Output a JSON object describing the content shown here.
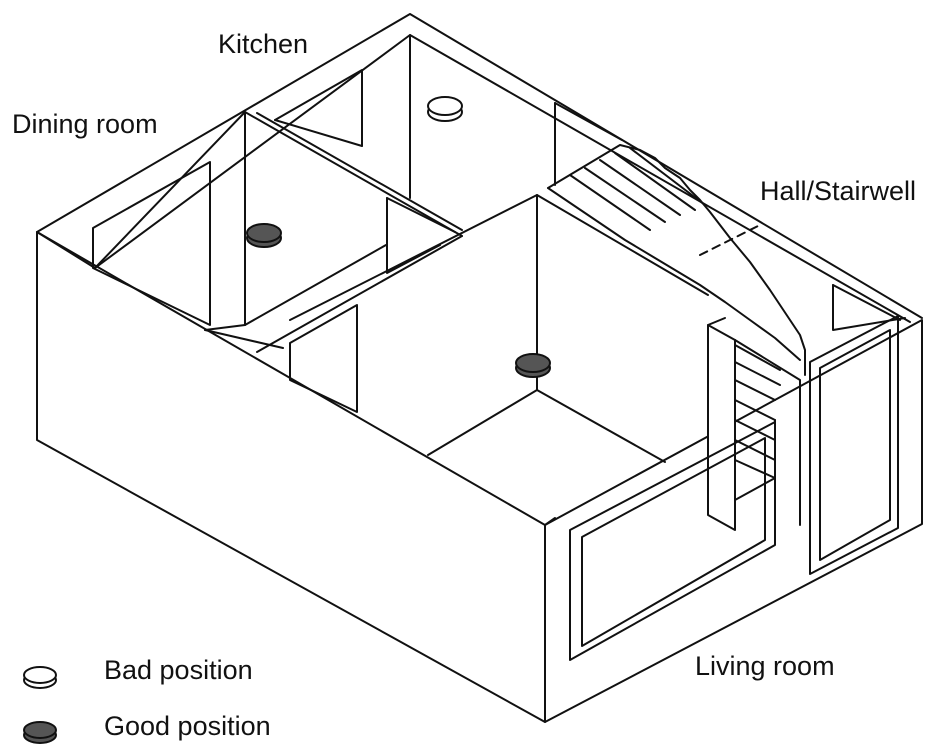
{
  "rooms": {
    "kitchen": "Kitchen",
    "dining": "Dining room",
    "hall": "Hall/Stairwell",
    "living": "Living room"
  },
  "legend": {
    "bad": "Bad position",
    "good": "Good position"
  },
  "colors": {
    "line": "#111111",
    "bad_fill": "#ffffff",
    "good_fill": "#555555"
  },
  "detectors": [
    {
      "room": "kitchen",
      "position": "bad"
    },
    {
      "room": "dining",
      "position": "good"
    },
    {
      "room": "hall",
      "position": "good"
    }
  ]
}
